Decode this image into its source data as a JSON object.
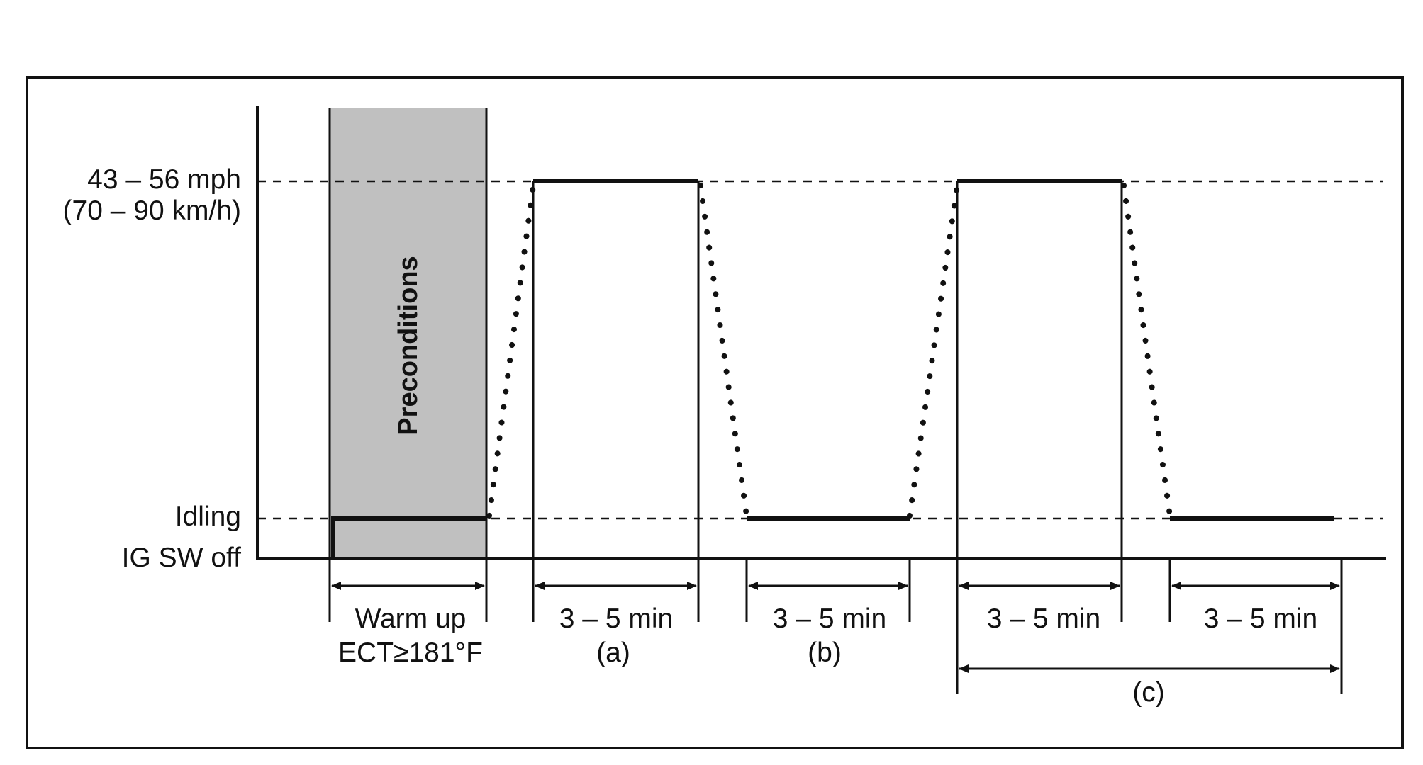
{
  "diagram": {
    "y_labels": {
      "speed_line1": "43 – 56 mph",
      "speed_line2": "(70 – 90 km/h)",
      "idling": "Idling",
      "ig_off": "IG SW off"
    },
    "precondition_label": "Preconditions",
    "segments": {
      "warmup_line1": "Warm up",
      "warmup_line2": "ECT≥181°F",
      "a_duration": "3 – 5 min",
      "a_tag": "(a)",
      "b_duration": "3 – 5 min",
      "b_tag": "(b)",
      "c1_duration": "3 – 5 min",
      "c2_duration": "3 – 5 min",
      "c_tag": "(c)"
    },
    "colors": {
      "line": "#111111",
      "precondition_fill": "#c0c0c0",
      "background": "#ffffff"
    }
  }
}
